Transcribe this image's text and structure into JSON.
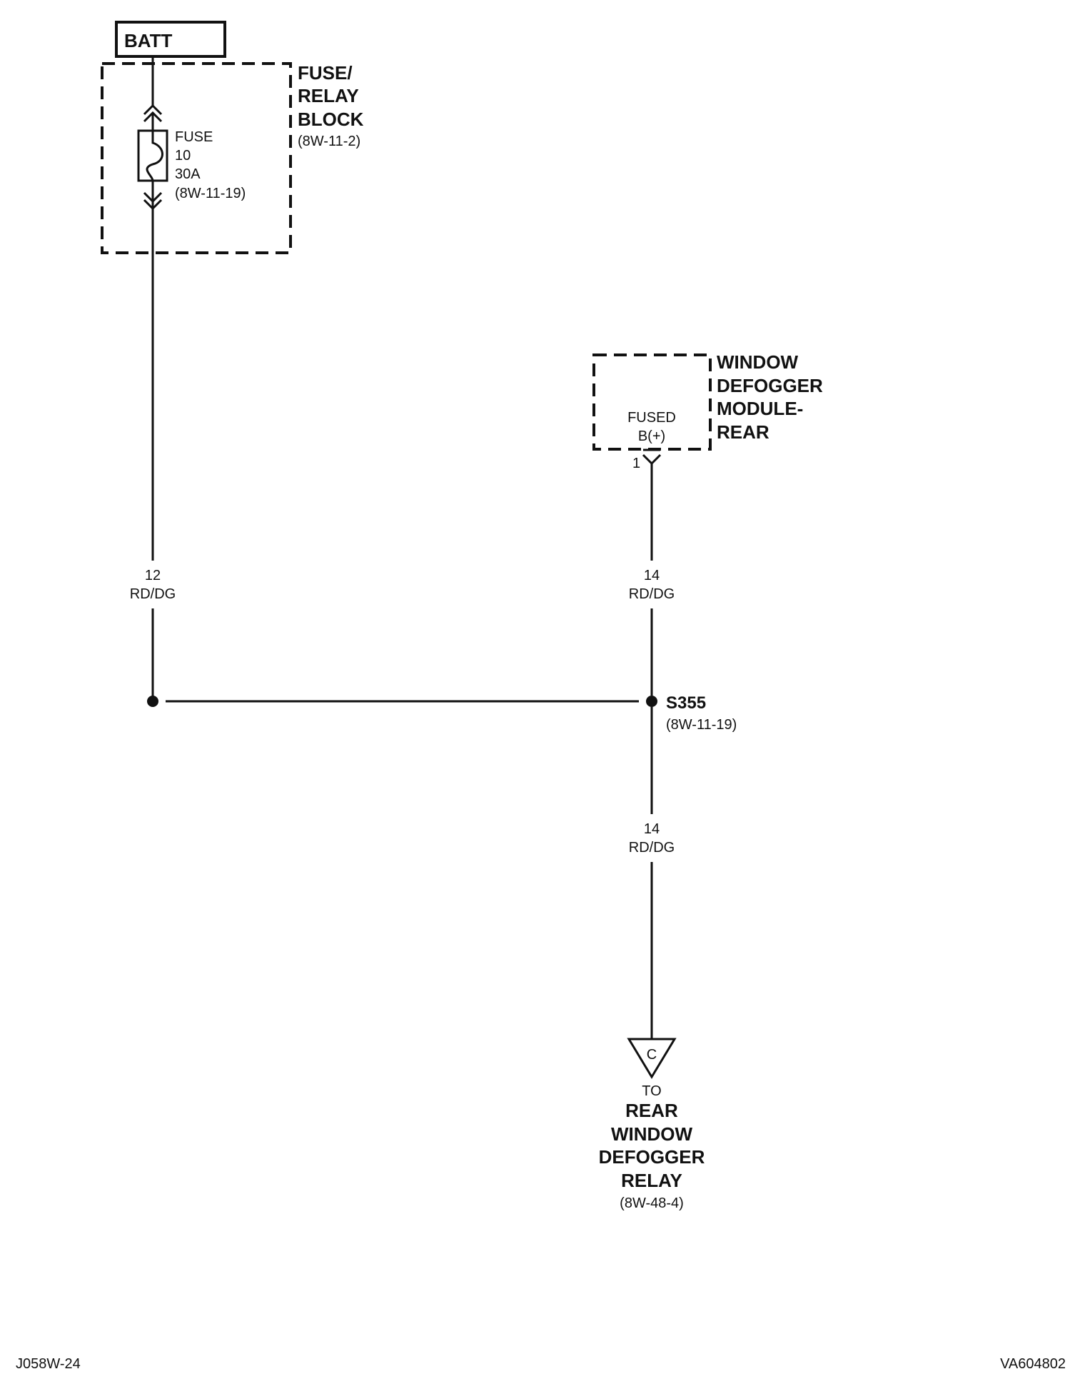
{
  "batt": {
    "label": "BATT"
  },
  "fuse_relay_block": {
    "title_lines": [
      "FUSE/",
      "RELAY",
      "BLOCK"
    ],
    "ref": "(8W-11-2)"
  },
  "fuse": {
    "lines": [
      "FUSE",
      "10",
      "30A",
      "(8W-11-19)"
    ]
  },
  "module": {
    "title_lines": [
      "WINDOW",
      "DEFOGGER",
      "MODULE-",
      "REAR"
    ],
    "pin_label_lines": [
      "FUSED",
      "B(+)"
    ],
    "pin_number": "1"
  },
  "wires": {
    "left": {
      "gauge": "12",
      "color": "RD/DG"
    },
    "right_upper": {
      "gauge": "14",
      "color": "RD/DG"
    },
    "right_lower": {
      "gauge": "14",
      "color": "RD/DG"
    }
  },
  "splice": {
    "id": "S355",
    "ref": "(8W-11-19)"
  },
  "connector": {
    "letter": "C",
    "to_label": "TO",
    "title_lines": [
      "REAR",
      "WINDOW",
      "DEFOGGER",
      "RELAY"
    ],
    "ref": "(8W-48-4)"
  },
  "footer": {
    "left_code": "J058W-24",
    "right_code": "VA604802"
  }
}
